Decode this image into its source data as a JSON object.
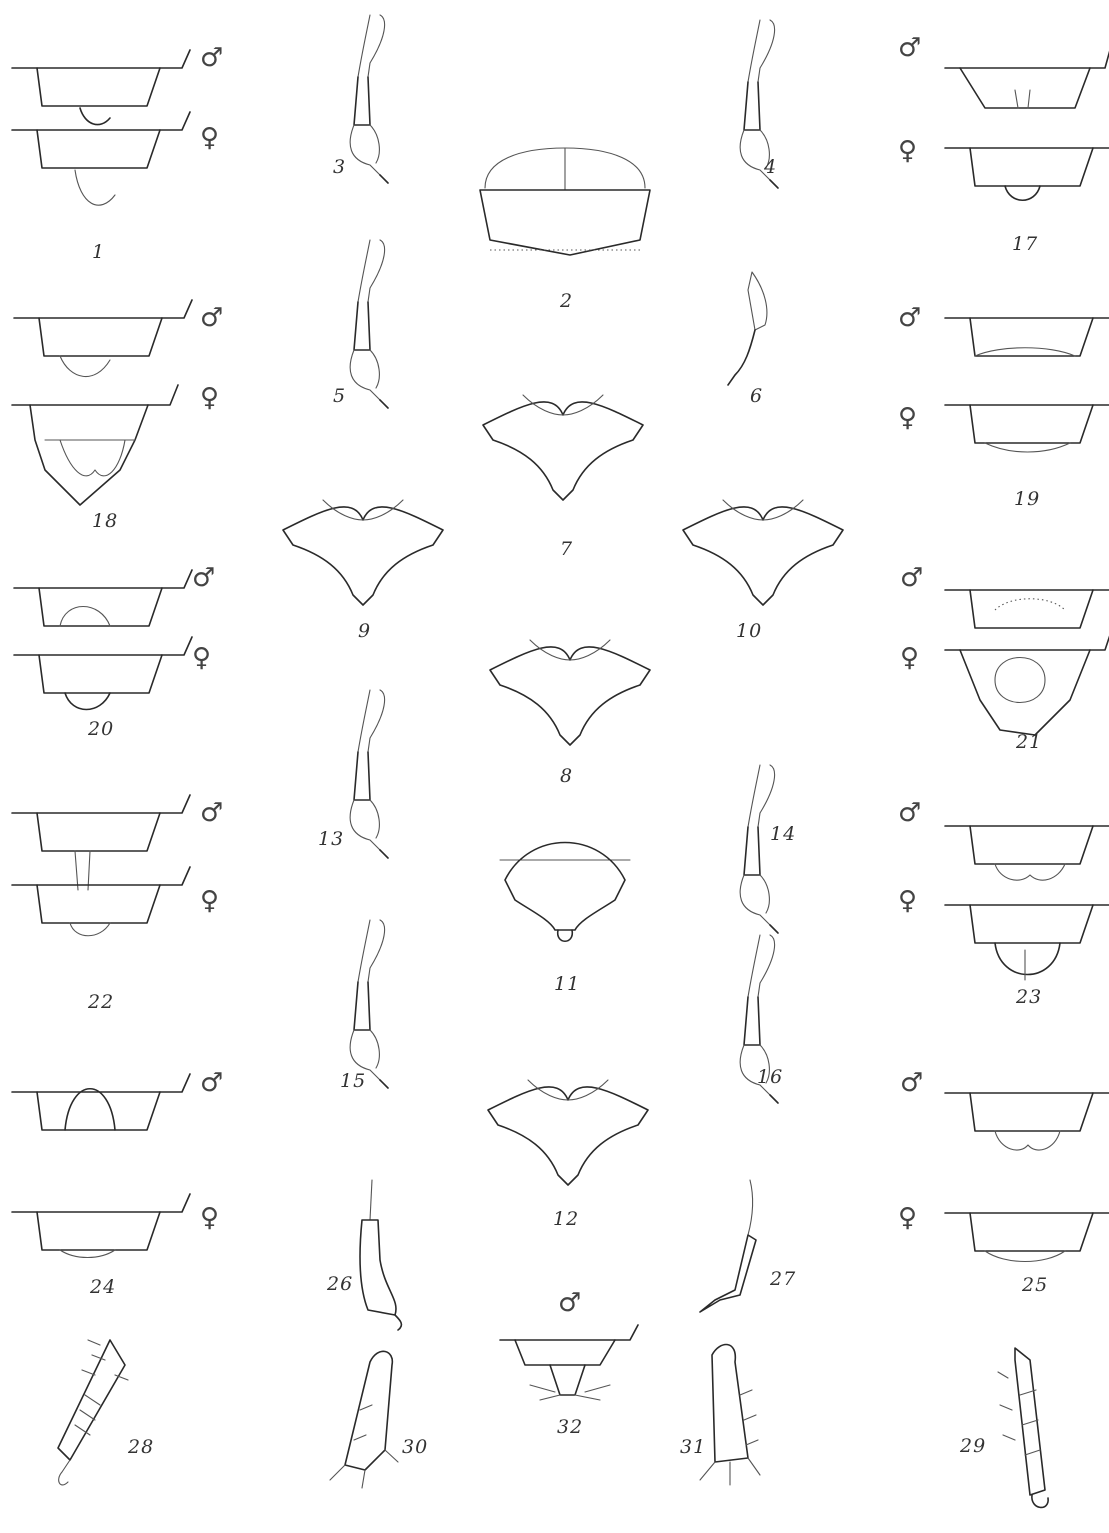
{
  "symbols": {
    "male": "♂",
    "female": "♀"
  },
  "figures": {
    "f1": "1",
    "f2": "2",
    "f3": "3",
    "f4": "4",
    "f5": "5",
    "f6": "6",
    "f7": "7",
    "f8": "8",
    "f9": "9",
    "f10": "10",
    "f11": "11",
    "f12": "12",
    "f13": "13",
    "f14": "14",
    "f15": "15",
    "f16": "16",
    "f17": "17",
    "f18": "18",
    "f19": "19",
    "f20": "20",
    "f21": "21",
    "f22": "22",
    "f23": "23",
    "f24": "24",
    "f25": "25",
    "f26": "26",
    "f27": "27",
    "f28": "28",
    "f29": "29",
    "f30": "30",
    "f31": "31",
    "f32": "32"
  },
  "colors": {
    "ink": "#2a2a2a",
    "label": "#333333",
    "paper": "#ffffff"
  }
}
